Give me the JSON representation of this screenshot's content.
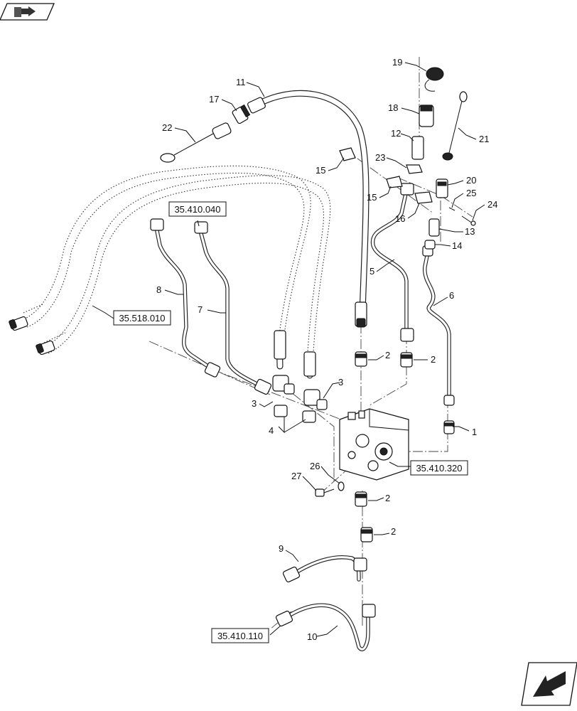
{
  "callouts": [
    {
      "id": "c1",
      "label": "1"
    },
    {
      "id": "c2a",
      "label": "2"
    },
    {
      "id": "c2b",
      "label": "2"
    },
    {
      "id": "c2c",
      "label": "2"
    },
    {
      "id": "c2d",
      "label": "2"
    },
    {
      "id": "c3a",
      "label": "3"
    },
    {
      "id": "c3b",
      "label": "3"
    },
    {
      "id": "c4",
      "label": "4"
    },
    {
      "id": "c5",
      "label": "5"
    },
    {
      "id": "c6",
      "label": "6"
    },
    {
      "id": "c7",
      "label": "7"
    },
    {
      "id": "c8",
      "label": "8"
    },
    {
      "id": "c9",
      "label": "9"
    },
    {
      "id": "c10",
      "label": "10"
    },
    {
      "id": "c11",
      "label": "11"
    },
    {
      "id": "c12",
      "label": "12"
    },
    {
      "id": "c13",
      "label": "13"
    },
    {
      "id": "c14",
      "label": "14"
    },
    {
      "id": "c15a",
      "label": "15"
    },
    {
      "id": "c15b",
      "label": "15"
    },
    {
      "id": "c16",
      "label": "16"
    },
    {
      "id": "c17",
      "label": "17"
    },
    {
      "id": "c18",
      "label": "18"
    },
    {
      "id": "c19",
      "label": "19"
    },
    {
      "id": "c20",
      "label": "20"
    },
    {
      "id": "c21",
      "label": "21"
    },
    {
      "id": "c22",
      "label": "22"
    },
    {
      "id": "c23",
      "label": "23"
    },
    {
      "id": "c24",
      "label": "24"
    },
    {
      "id": "c25",
      "label": "25"
    },
    {
      "id": "c26",
      "label": "26"
    },
    {
      "id": "c27",
      "label": "27"
    }
  ],
  "references": {
    "ref_040": "35.410.040",
    "ref_010": "35.518.010",
    "ref_320": "35.410.320",
    "ref_110": "35.410.110"
  },
  "icons": {
    "top_left": "book-navigation-icon",
    "bottom_right": "next-page-arrow-icon"
  }
}
